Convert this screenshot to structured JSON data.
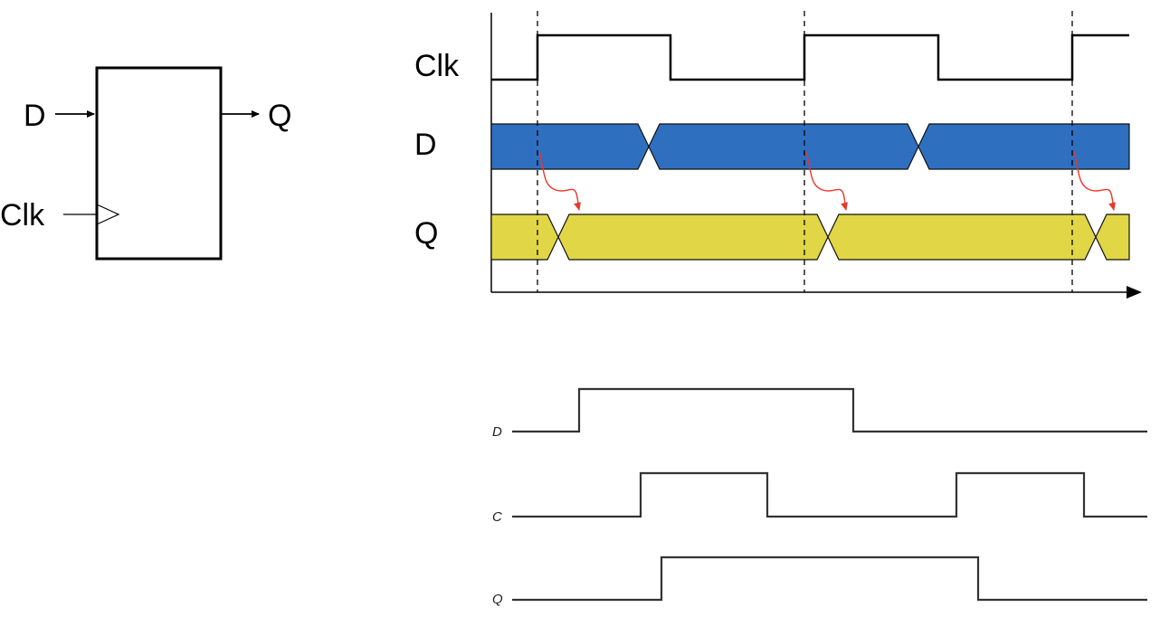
{
  "flipflop": {
    "input_label": "D",
    "clock_label": "Clk",
    "output_label": "Q"
  },
  "timing_top": {
    "signals": [
      {
        "label": "Clk",
        "kind": "clock"
      },
      {
        "label": "D",
        "kind": "bus",
        "color": "#2f6fc0"
      },
      {
        "label": "Q",
        "kind": "bus",
        "color": "#e0d646"
      }
    ],
    "arrow_color": "#e8362a",
    "clock_edges": 3
  },
  "timing_bottom": {
    "signals": [
      {
        "label": "D"
      },
      {
        "label": "C"
      },
      {
        "label": "Q"
      }
    ]
  }
}
